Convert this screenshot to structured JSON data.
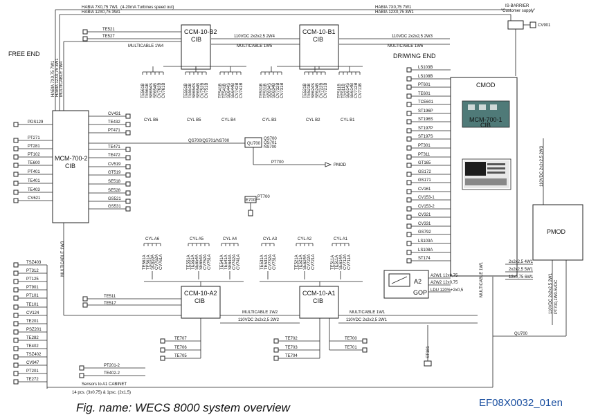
{
  "caption": "Fig. name: WECS 8000 system overview",
  "doc_code": "EF08X0032_01en",
  "top_cables": {
    "left_1": "HABIA 7X0,75 7W1",
    "left_1_note": "(4-20mA Turbines speed out)",
    "left_2": "HABIA 12X0,75 3W1",
    "right_1": "HABIA 7X0,75 7W1",
    "right_2": "HABIA 12X0,75 3W1"
  },
  "barrier": {
    "title": "IS-BARRIER",
    "subtitle": "\"Customer supply\"",
    "sensor": "CV901"
  },
  "free_end": "FREE END",
  "driving_end": "DRIWING END",
  "vertical_cables": [
    "HABIA 7X0,75 7W1",
    "HABIA 12X0,75 3W1",
    "MULTICABLE 1W4"
  ],
  "power_b": {
    "b2": "110VDC 2x2x2,5 2W4",
    "b1": "110VDC 2x2x2,5 2W3"
  },
  "multi_b": {
    "b2": "MULTICABLE 1W4",
    "mid": "MULTICABLE 1W5",
    "b1": "MULTICABLE 1W6"
  },
  "ccm": {
    "b2": {
      "line1": "CCM-10-B2",
      "line2": "CIB"
    },
    "b1": {
      "line1": "CCM-10-B1",
      "line2": "CIB"
    },
    "a2": {
      "line1": "CCM-10-A2",
      "line2": "CIB"
    },
    "a1": {
      "line1": "CCM-10-A1",
      "line2": "CIB"
    }
  },
  "ccm_b2_inputs": [
    "TE521",
    "TE527"
  ],
  "cyl_labels_b": [
    "CYL B6",
    "CYL B5",
    "CYL B4",
    "CYL B3",
    "CYL B2",
    "CYL B1"
  ],
  "cyl_signals_b": [
    [
      "TE561B",
      "TE561B",
      "SE654S",
      "SE654B",
      "CV762B",
      "CV761B"
    ],
    [
      "TE551B",
      "TE551B",
      "SE654S",
      "SE654B",
      "CV752B",
      "CV751B"
    ],
    [
      "TE541B",
      "TE541B",
      "SE644S",
      "SE644B",
      "CV742B",
      "CV741B"
    ],
    [
      "TE531B",
      "TE531B",
      "SE634S",
      "SE634B",
      "CV732B",
      "CV731B"
    ],
    [
      "TE521B",
      "TE521B",
      "SE624S",
      "SE624B",
      "CV722B",
      "CV721B"
    ],
    [
      "TE511B",
      "TE511B",
      "SE614S",
      "SE614B",
      "CV712B",
      "CV711B"
    ]
  ],
  "mcm": {
    "line1": "MCM-700-2",
    "line2": "CIB"
  },
  "mcm_left": [
    "PDS129",
    "PT271",
    "PT281",
    "PT102",
    "TE600",
    "PT401",
    "TE401",
    "TE403",
    "CV621"
  ],
  "mcm_right": [
    "CV431",
    "TE432",
    "PT471",
    "TE471",
    "TE472",
    "CV519",
    "GT519",
    "SE518",
    "SE528",
    "GS521",
    "GS531"
  ],
  "qu700": {
    "label": "QU700",
    "bus": "QS700/QS701/NS700",
    "outputs": [
      "QS700",
      "QS701",
      "NS700"
    ]
  },
  "pt700": {
    "label": "PT700",
    "dest": "PMOD"
  },
  "e700": {
    "label": "E700",
    "sensor": "PT700"
  },
  "multicable_v": "MULTICABLE 1W3",
  "cyl_labels_a": [
    "CYL A6",
    "CYL A5",
    "CYL A4",
    "CYL A3",
    "CYL A2",
    "CYL A1"
  ],
  "cyl_signals_a": [
    [
      "TE561A",
      "TE561A",
      "SE653A",
      "CV762A",
      "CV761A"
    ],
    [
      "TE551A",
      "TE551A",
      "SE654A",
      "SE654A",
      "CV752A",
      "CV751A"
    ],
    [
      "TE541A",
      "TE541A",
      "SE644A",
      "CV742A",
      "CV741A"
    ],
    [
      "TE531A",
      "TE531A",
      "CV732A",
      "CV731A"
    ],
    [
      "TE521A",
      "TE521A",
      "SE624A",
      "CV722A",
      "CV721A"
    ],
    [
      "TE511A",
      "TE511A",
      "SE614A",
      "CV712A",
      "CV711A"
    ]
  ],
  "ccm_a2_inputs": [
    "TE511",
    "TE517"
  ],
  "multi_a": {
    "a2": "MULTICABLE 1W2",
    "a1": "MULTICABLE 1W1"
  },
  "power_a": {
    "a2": "110VDC 2x2x2,5 2W2",
    "a1": "110VDC 2x2x2,5 2W1"
  },
  "ccm_a2_bottom": [
    "TE707",
    "TE706",
    "TE705"
  ],
  "ccm_a1_bottom": [
    "TE702",
    "TE703",
    "TE704"
  ],
  "ccm_a1_right": [
    "TE700",
    "TE701"
  ],
  "left_bottom": [
    "TSZ403",
    "PT312",
    "PT125",
    "PT901",
    "PT101",
    "TE101",
    "CV124",
    "TE201",
    "PSZ201",
    "TE282",
    "TE402",
    "TSZ402",
    "CV947",
    "PT201",
    "TE272"
  ],
  "bottom_extra": [
    "PT201-2",
    "TE402-2"
  ],
  "sensors_note_1": "Sensors to A1 CABINET",
  "sensors_note_2": "14 pcs. (3x0,75) & 1psc. (2x1,5)",
  "st181": "ST181",
  "cmod": {
    "title": "CMOD",
    "mcm_line1": "MCM-700-1",
    "mcm_line2": "CIB"
  },
  "cmod_inputs": [
    "LS103B",
    "LS108B",
    "PT601",
    "TE601",
    "TCE601",
    "ST196P",
    "ST196S",
    "ST197P",
    "ST197S",
    "PT301",
    "PT311",
    "GT165",
    "GS172",
    "GS171",
    "CV161",
    "CV153-1",
    "CV153-2",
    "CV321",
    "CV331",
    "GS792",
    "LS103A",
    "LS108A",
    "ST174"
  ],
  "gop": {
    "label": "GOP",
    "id": "A2"
  },
  "gop_cables": [
    "A2W1 12x0,75",
    "A2W2 12x0,75",
    "LDU 120%+2x0,5"
  ],
  "pmod": {
    "title": "PMOD"
  },
  "pmod_cables": [
    "2x2x2,5 4W1",
    "2x2x2,5 5W1",
    "12x0,75 6W1"
  ],
  "pmod_vertical": [
    "110VDC 2x2x2,5 2W3",
    "110VDC 2x2x2,5 2W1",
    "PT700,1W0.5VDC",
    "MULTICABLE 1W1"
  ],
  "qu700_bottom": "QU700"
}
